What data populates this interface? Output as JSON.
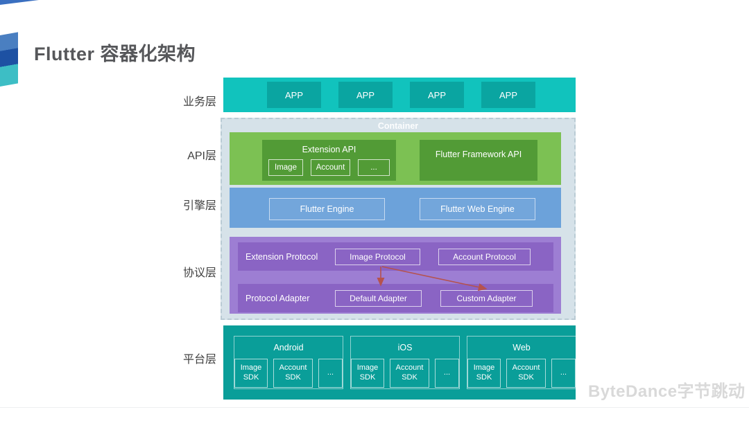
{
  "page": {
    "title": "Flutter 容器化架构",
    "watermark": "ByteDance字节跳动"
  },
  "container": {
    "label": "Container"
  },
  "layers": {
    "business": {
      "label": "业务层",
      "apps": [
        "APP",
        "APP",
        "APP",
        "APP"
      ]
    },
    "api": {
      "label": "API层",
      "extension_api": {
        "title": "Extension API",
        "items": [
          "Image",
          "Account",
          "..."
        ]
      },
      "framework_api": {
        "title": "Flutter Framework API"
      }
    },
    "engine": {
      "label": "引擎层",
      "boxes": [
        "Flutter Engine",
        "Flutter Web Engine"
      ]
    },
    "protocol": {
      "label": "协议层",
      "rows": [
        {
          "title": "Extension Protocol",
          "boxes": [
            "Image Protocol",
            "Account Protocol"
          ]
        },
        {
          "title": "Protocol Adapter",
          "boxes": [
            "Default Adapter",
            "Custom Adapter"
          ]
        }
      ]
    },
    "platform": {
      "label": "平台层",
      "groups": [
        {
          "title": "Android",
          "items": [
            "Image SDK",
            "Account SDK",
            "..."
          ]
        },
        {
          "title": "iOS",
          "items": [
            "Image SDK",
            "Account SDK",
            "..."
          ]
        },
        {
          "title": "Web",
          "items": [
            "Image SDK",
            "Account SDK",
            "..."
          ]
        }
      ]
    }
  },
  "colors": {
    "business_bar": "#11c3bd",
    "business_box": "#0aa5a1",
    "container_bg": "#d6e2e9",
    "api_bar": "#7cc153",
    "api_box": "#529b36",
    "engine_bar": "#6ca2da",
    "protocol_bar": "#9d7ed3",
    "protocol_row": "#8a64c4",
    "platform_bar": "#0a9e99",
    "arrow": "#b5524e",
    "watermark": "#d9d9d9"
  }
}
